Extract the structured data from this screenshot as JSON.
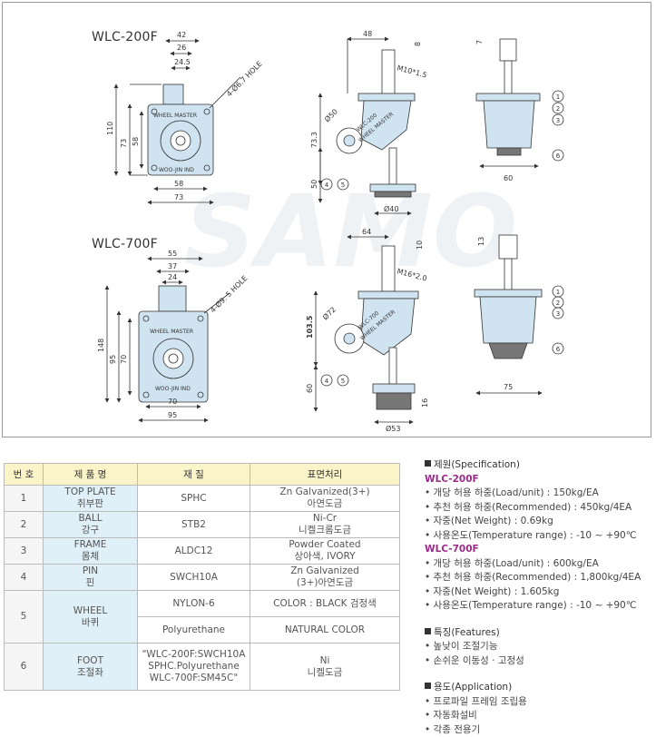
{
  "drawing": {
    "model1": "WLC-200F",
    "model2": "WLC-700F",
    "watermark": "SAMO",
    "labels": {
      "wheel_master": "WHEEL MASTER",
      "woojin": "WOO-JIN IND",
      "wlc200": "WLC-200",
      "wlc700": "WLC-700",
      "wheel_master_side": "WHEEL MASTER"
    },
    "dims200": {
      "d42": "42",
      "d26": "26",
      "d245": "24.5",
      "hole": "4-Ø6.7 HOLE",
      "d110": "110",
      "d58v": "58",
      "d73v": "73",
      "d58h": "58",
      "d73h": "73",
      "d48": "48",
      "d8": "8",
      "d7": "7",
      "thread": "M10*1.5",
      "d50dia": "Ø50",
      "d733": "73.3",
      "d50": "50",
      "d40": "Ø40",
      "d60": "60"
    },
    "dims700": {
      "d55": "55",
      "d37": "37",
      "d24": "24",
      "hole": "4-Ø9. 5 HOLE",
      "d148": "148",
      "d95v": "95",
      "d70v": "70",
      "d70h": "70",
      "d95h": "95",
      "d64": "64",
      "d10": "10",
      "d13": "13",
      "thread": "M16*2.0",
      "d72dia": "Ø72",
      "d1035": "103.5",
      "d60": "60",
      "d16": "16",
      "d53": "Ø53",
      "d75": "75"
    },
    "callouts": [
      "1",
      "2",
      "3",
      "4",
      "5",
      "6"
    ]
  },
  "table": {
    "headers": [
      "번 호",
      "제 품 명",
      "재 질",
      "표면처리"
    ],
    "rows": [
      {
        "no": "1",
        "name_en": "TOP PLATE",
        "name_ko": "취부판",
        "material": "SPHC",
        "finish": "Zn Galvanized(3+)",
        "finish_ko": "아연도금"
      },
      {
        "no": "2",
        "name_en": "BALL",
        "name_ko": "강구",
        "material": "STB2",
        "finish": "Ni-Cr",
        "finish_ko": "니켈크롬도금"
      },
      {
        "no": "3",
        "name_en": "FRAME",
        "name_ko": "몸체",
        "material": "ALDC12",
        "finish": "Powder Coated",
        "finish_ko": "상아색, IVORY"
      },
      {
        "no": "4",
        "name_en": "PIN",
        "name_ko": "핀",
        "material": "SWCH10A",
        "finish": "Zn Galvanized",
        "finish_ko": "(3+)아연도금"
      },
      {
        "no": "5",
        "name_en": "WHEEL",
        "name_ko": "바퀴",
        "material": "NYLON-6",
        "finish": "COLOR : BLACK 검정색",
        "material2": "Polyurethane",
        "finish2": "NATURAL COLOR"
      },
      {
        "no": "6",
        "name_en": "FOOT",
        "name_ko": "조절좌",
        "material": "\"WLC-200F:SWCH10A",
        "material_l2": "SPHC.Polyurethane",
        "material_l3": "WLC-700F:SM45C\"",
        "finish": "Ni",
        "finish_ko": "니켈도금"
      }
    ]
  },
  "spec": {
    "title": "제원(Specification)",
    "m1": "WLC-200F",
    "m1_items": [
      "개당 허용 하중(Load/unit) : 150kg/EA",
      "추천 허용 하중(Recommended) : 450kg/4EA",
      "자중(Net Weight) : 0.69kg",
      "사용온도(Temperature range) : -10 ~ +90℃"
    ],
    "m2": "WLC-700F",
    "m2_items": [
      "개당 허용 하중(Load/unit) : 600kg/EA",
      "추천 허용 하중(Recommended) : 1,800kg/4EA",
      "자중(Net Weight) : 1.605kg",
      "사용온도(Temperature range) : -10 ~ +90℃"
    ],
    "features_title": "특징(Features)",
    "features": [
      "높낮이 조절기능",
      "손쉬운 이동성 · 고정성"
    ],
    "app_title": "용도(Application)",
    "apps": [
      "프로파일 프레임 조립용",
      "자동화설비",
      "각종 전용기"
    ]
  },
  "colors": {
    "part_fill": "#cfe3f0",
    "line": "#333333",
    "header": "#fbf4c8",
    "name_cell": "#dff0f8",
    "model_accent": "#9b2a8a"
  }
}
